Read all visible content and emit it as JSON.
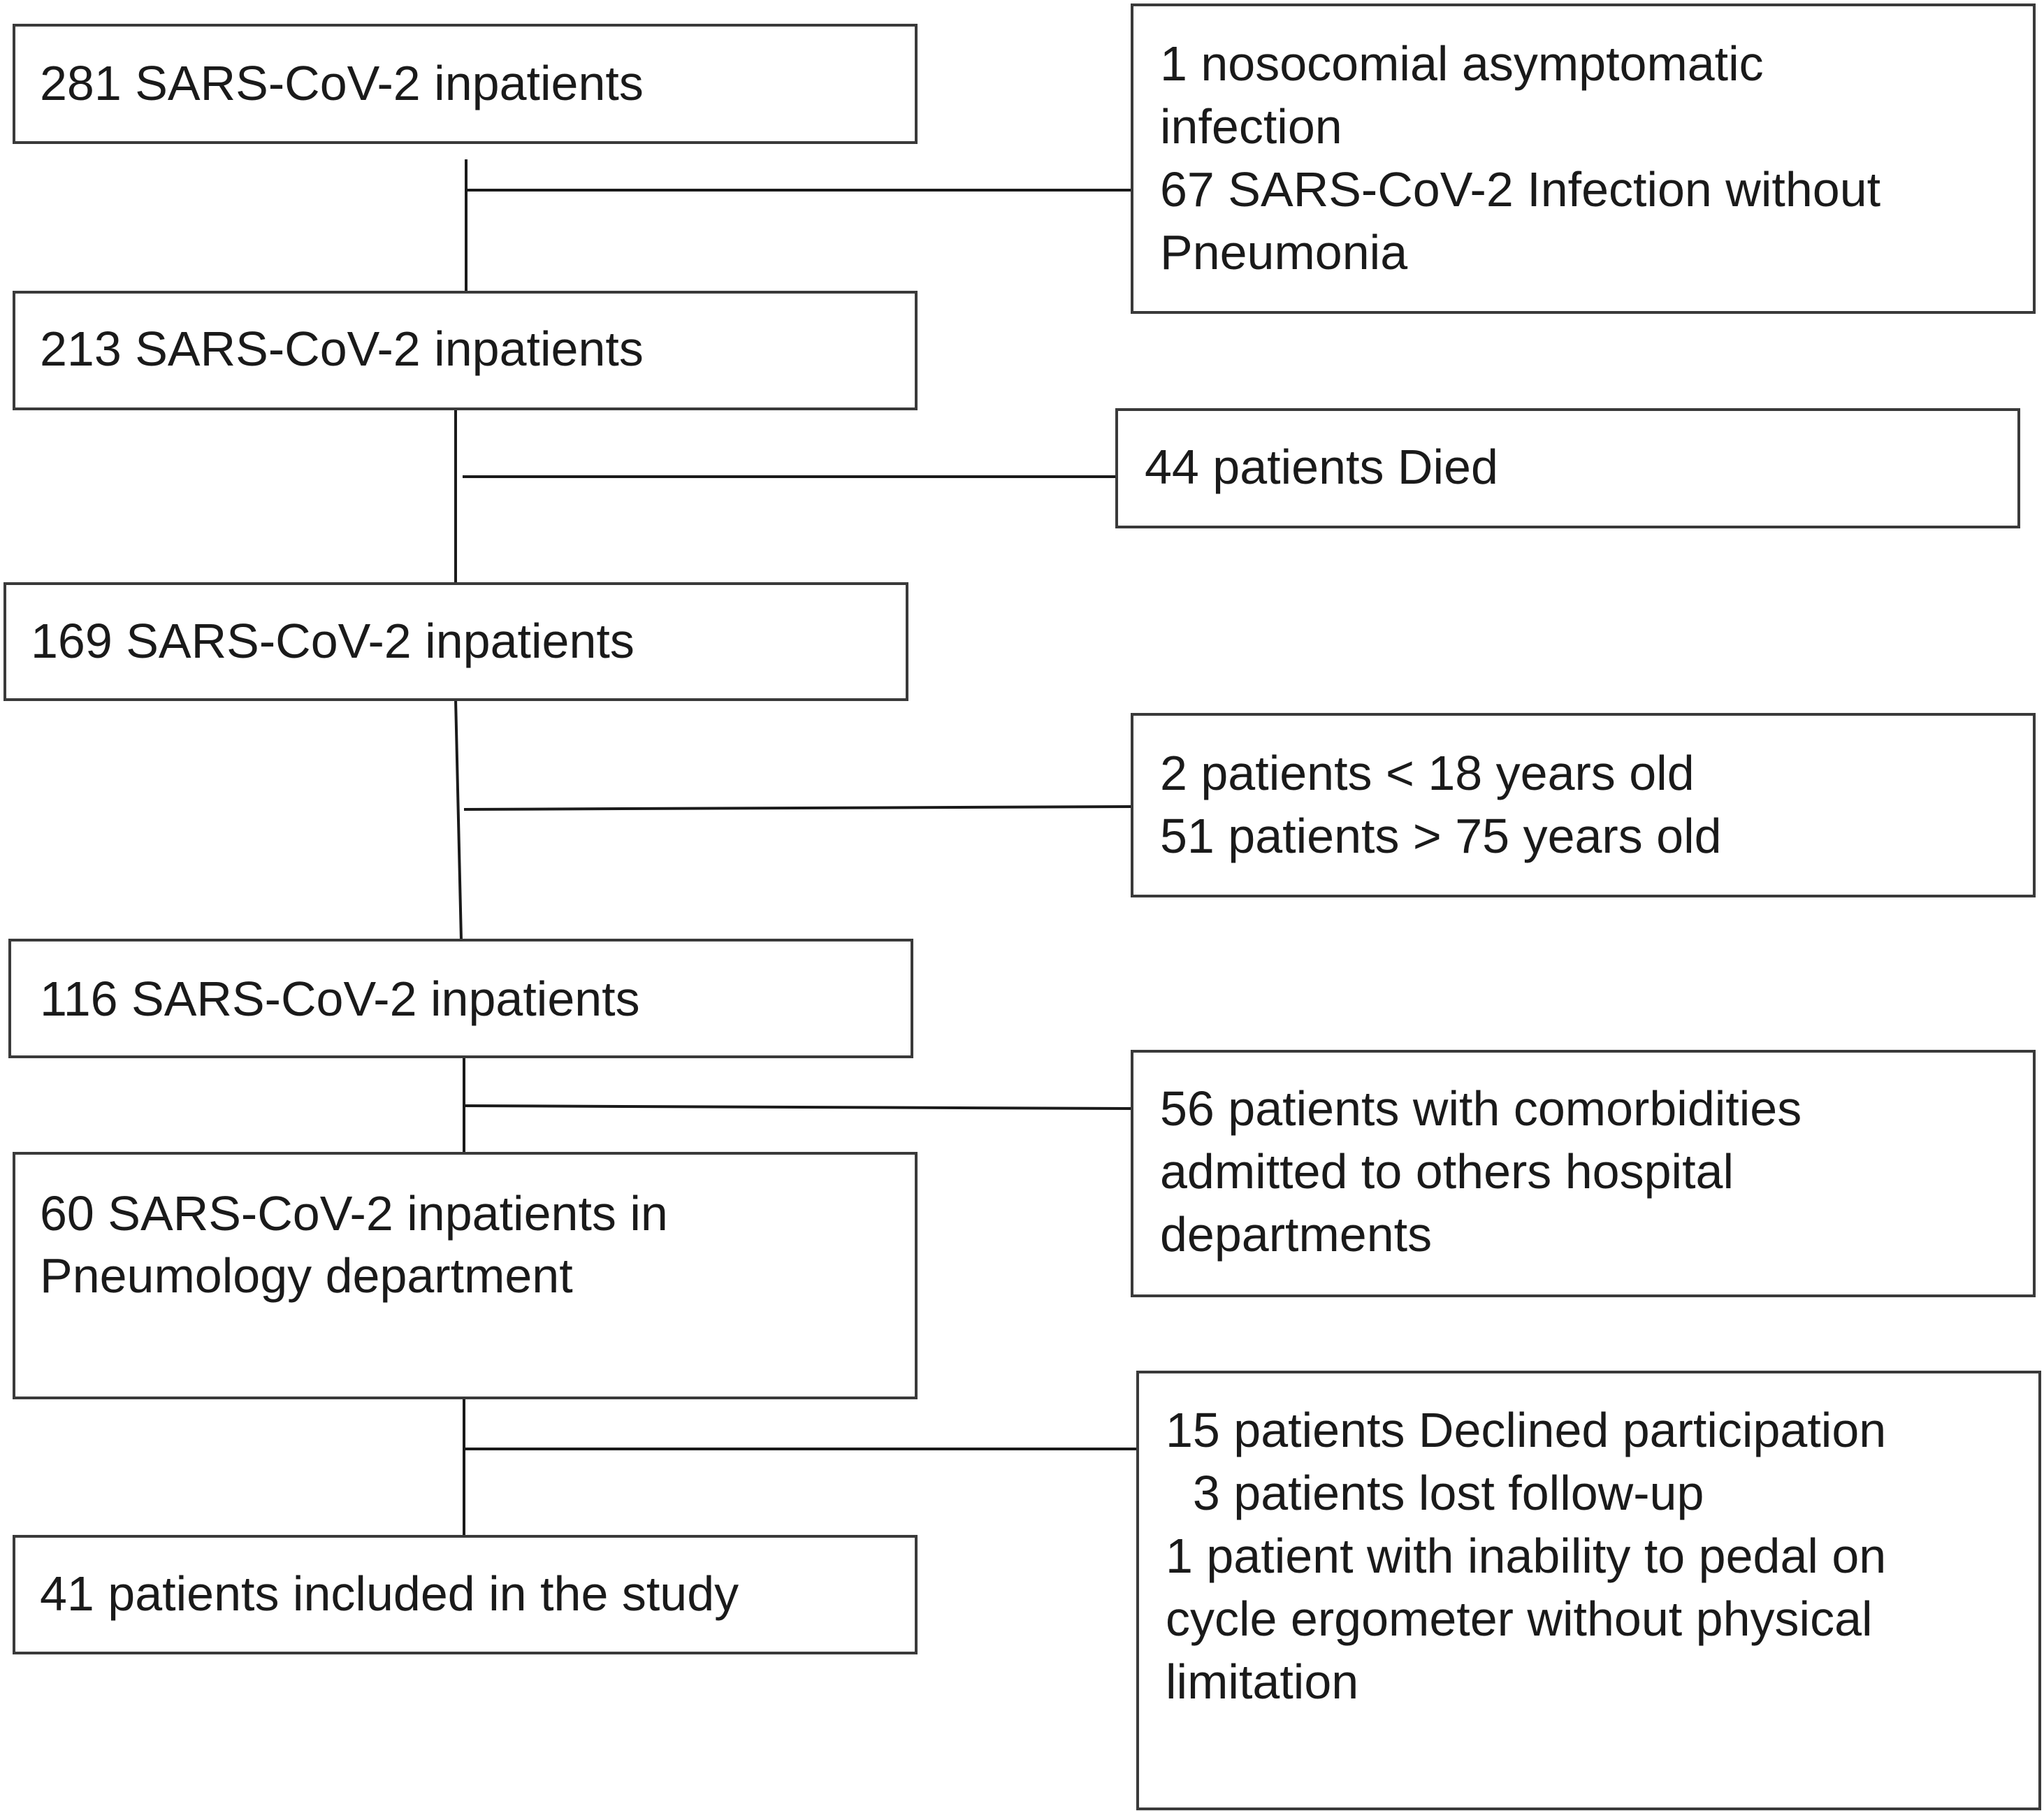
{
  "flowchart": {
    "main_steps": [
      {
        "lines": [
          "281 SARS-CoV-2 inpatients"
        ]
      },
      {
        "lines": [
          "213 SARS-CoV-2 inpatients"
        ]
      },
      {
        "lines": [
          "169 SARS-CoV-2 inpatients"
        ]
      },
      {
        "lines": [
          "116 SARS-CoV-2 inpatients"
        ]
      },
      {
        "lines": [
          "60 SARS-CoV-2 inpatients in",
          "Pneumology department"
        ]
      },
      {
        "lines": [
          "41 patients included in the study"
        ]
      }
    ],
    "exclusions": [
      {
        "lines": [
          "1 nosocomial asymptomatic",
          "infection",
          "67 SARS-CoV-2 Infection without",
          "Pneumonia"
        ]
      },
      {
        "lines": [
          "44 patients Died"
        ]
      },
      {
        "lines": [
          "2 patients  < 18  years old",
          "51 patients > 75 years old"
        ]
      },
      {
        "lines": [
          "56 patients with comorbidities",
          "admitted to others hospital",
          "departments"
        ]
      },
      {
        "lines": [
          "15 patients Declined participation",
          "  3 patients lost follow-up",
          "1 patient with inability to pedal on",
          "cycle ergometer without physical",
          "limitation"
        ]
      }
    ]
  }
}
